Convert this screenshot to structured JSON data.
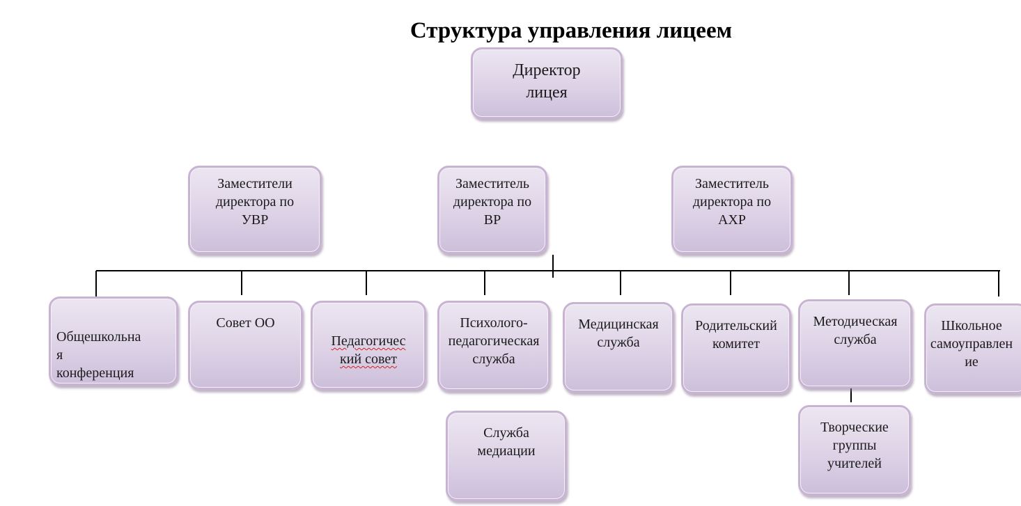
{
  "title": "Структура управления лицеем",
  "director": "Директор\nлицея",
  "deputies": {
    "uvr": "Заместители\nдиректора по\nУВР",
    "vr": "Заместитель\nдиректора по\nВР",
    "ahr": "Заместитель\nдиректора по\nАХР"
  },
  "units": {
    "conference": "Общешкольна\nя\nконференция",
    "council": "Совет ОО",
    "ped_council": "Педагогичес\nкий совет",
    "psych_service": "Психолого-\nпедагогическая\nслужба",
    "medical": "Медицинская\nслужба",
    "parents": "Родительский\nкомитет",
    "methodical": "Методическая\nслужба",
    "self_gov": "Школьное\nсамоуправлен\nие"
  },
  "sub_units": {
    "mediation": "Служба\nмедиации",
    "creative_groups": "Творческие\nгруппы\nучителей"
  }
}
